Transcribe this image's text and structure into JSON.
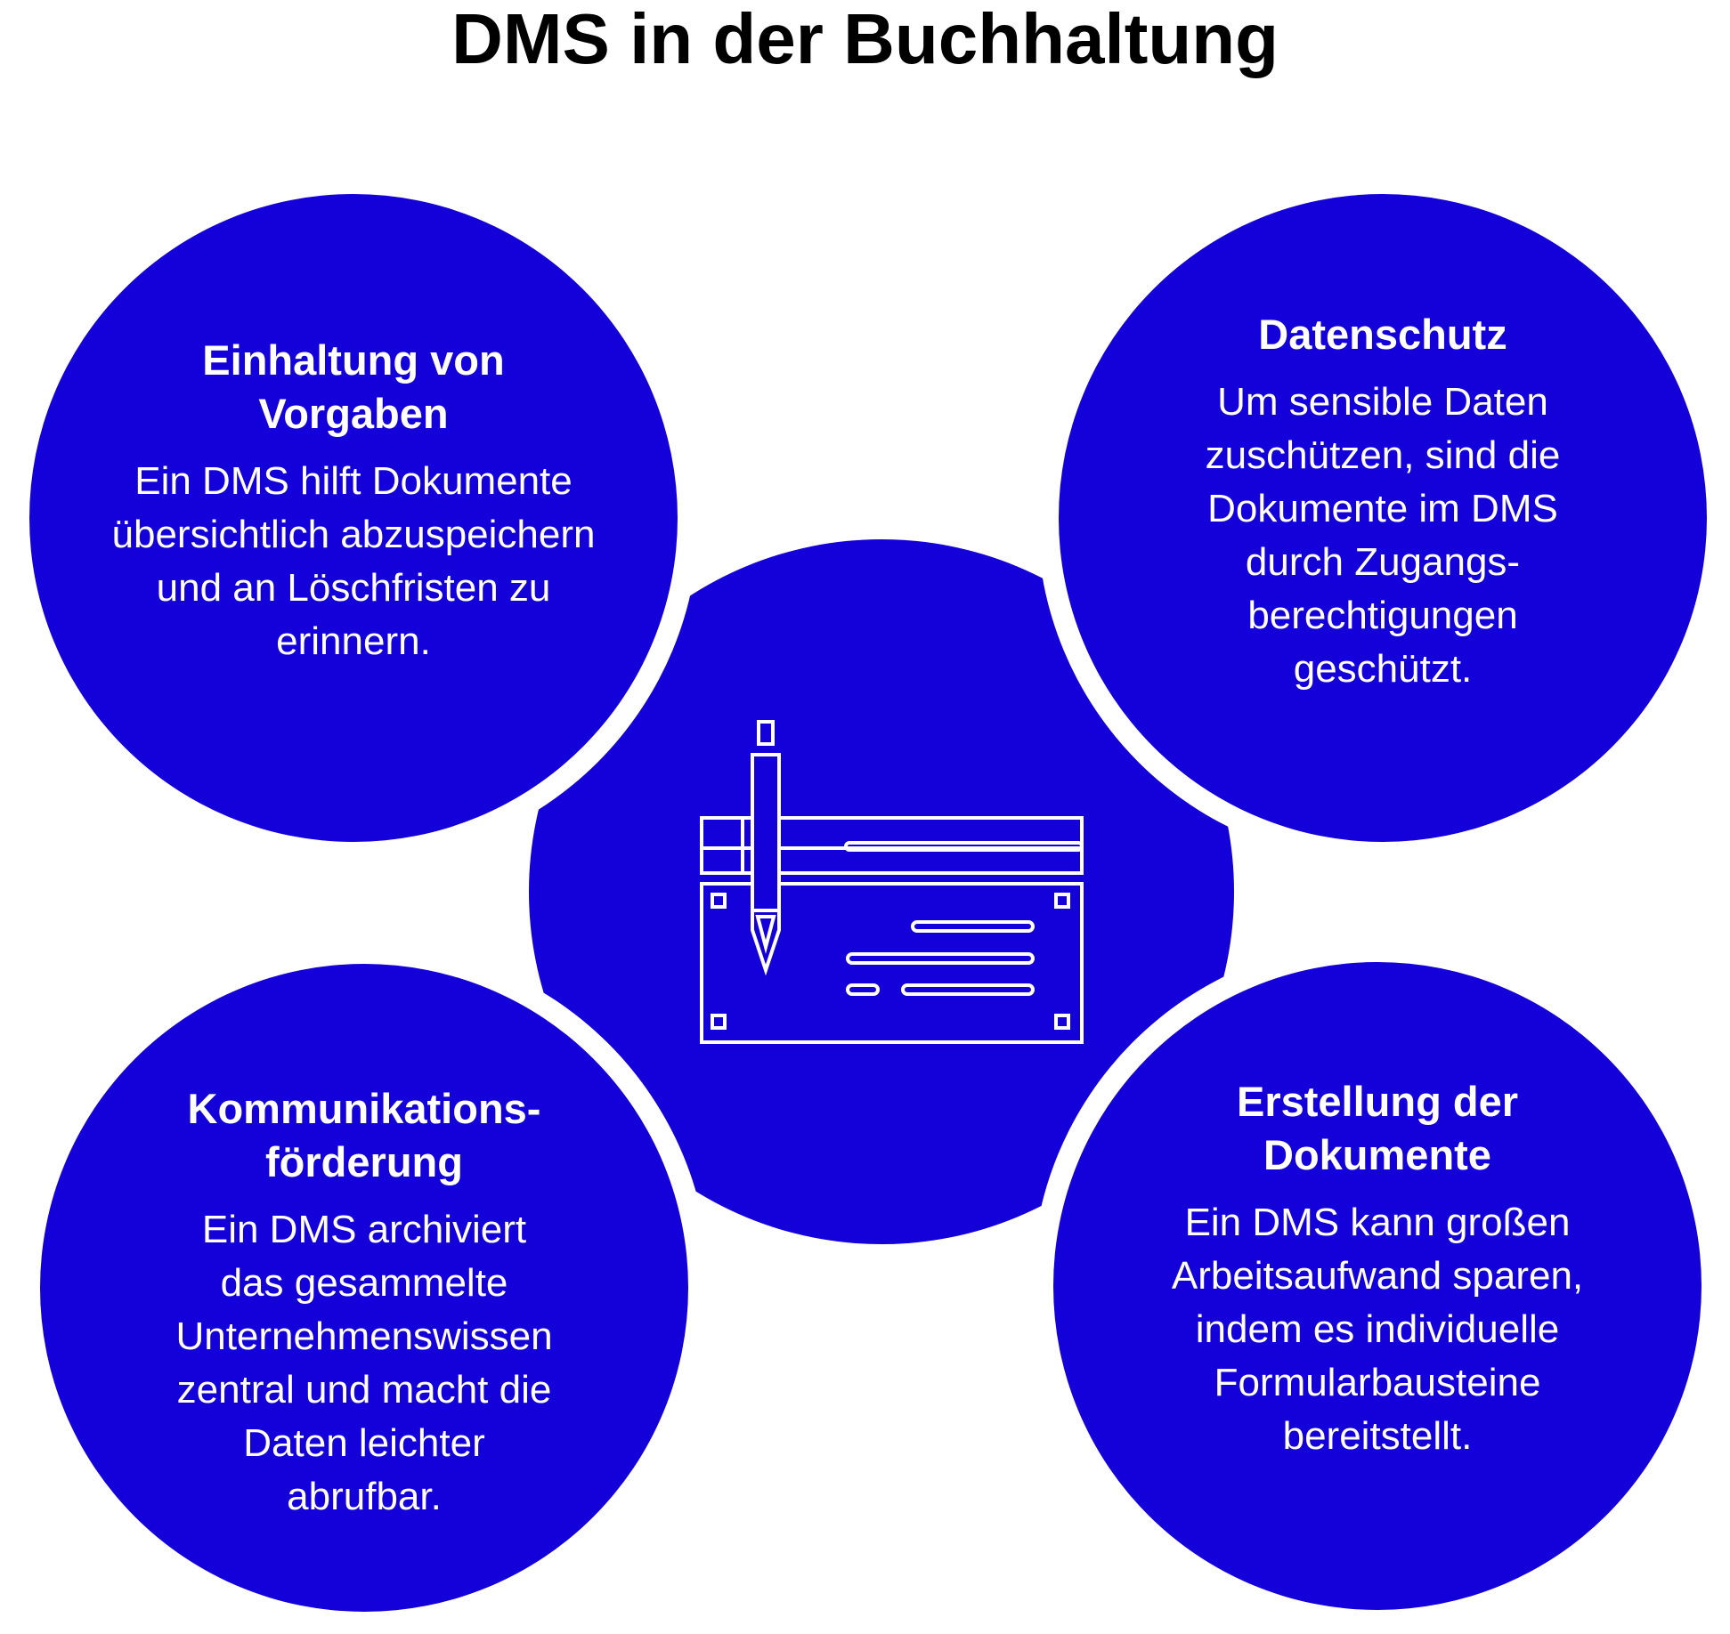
{
  "title": "DMS in der Buchhaltung",
  "colors": {
    "circle": "#1400d9",
    "text_on_circle": "#ffffff",
    "background": "#ffffff",
    "title": "#000000"
  },
  "center_icon": "document-check-with-pen-icon",
  "circles": {
    "top_left": {
      "heading": "Einhaltung von\nVorgaben",
      "body": "Ein DMS hilft Dokumente\nübersichtlich abzuspeichern\nund an Löschfristen zu\nerinnern."
    },
    "top_right": {
      "heading": "Datenschutz",
      "body": "Um sensible Daten\nzuschützen, sind die\nDokumente im DMS\ndurch Zugangs-\nberechtigungen\ngeschützt."
    },
    "bottom_left": {
      "heading": "Kommunikations-\nförderung",
      "body": "Ein DMS archiviert\ndas gesammelte\nUnternehmenswissen\nzentral und macht die\nDaten  leichter\nabrufbar."
    },
    "bottom_right": {
      "heading": "Erstellung der\nDokumente",
      "body": "Ein DMS kann  großen\nArbeitsaufwand sparen,\nindem es individuelle\nFormularbausteine\nbereitstellt."
    }
  }
}
